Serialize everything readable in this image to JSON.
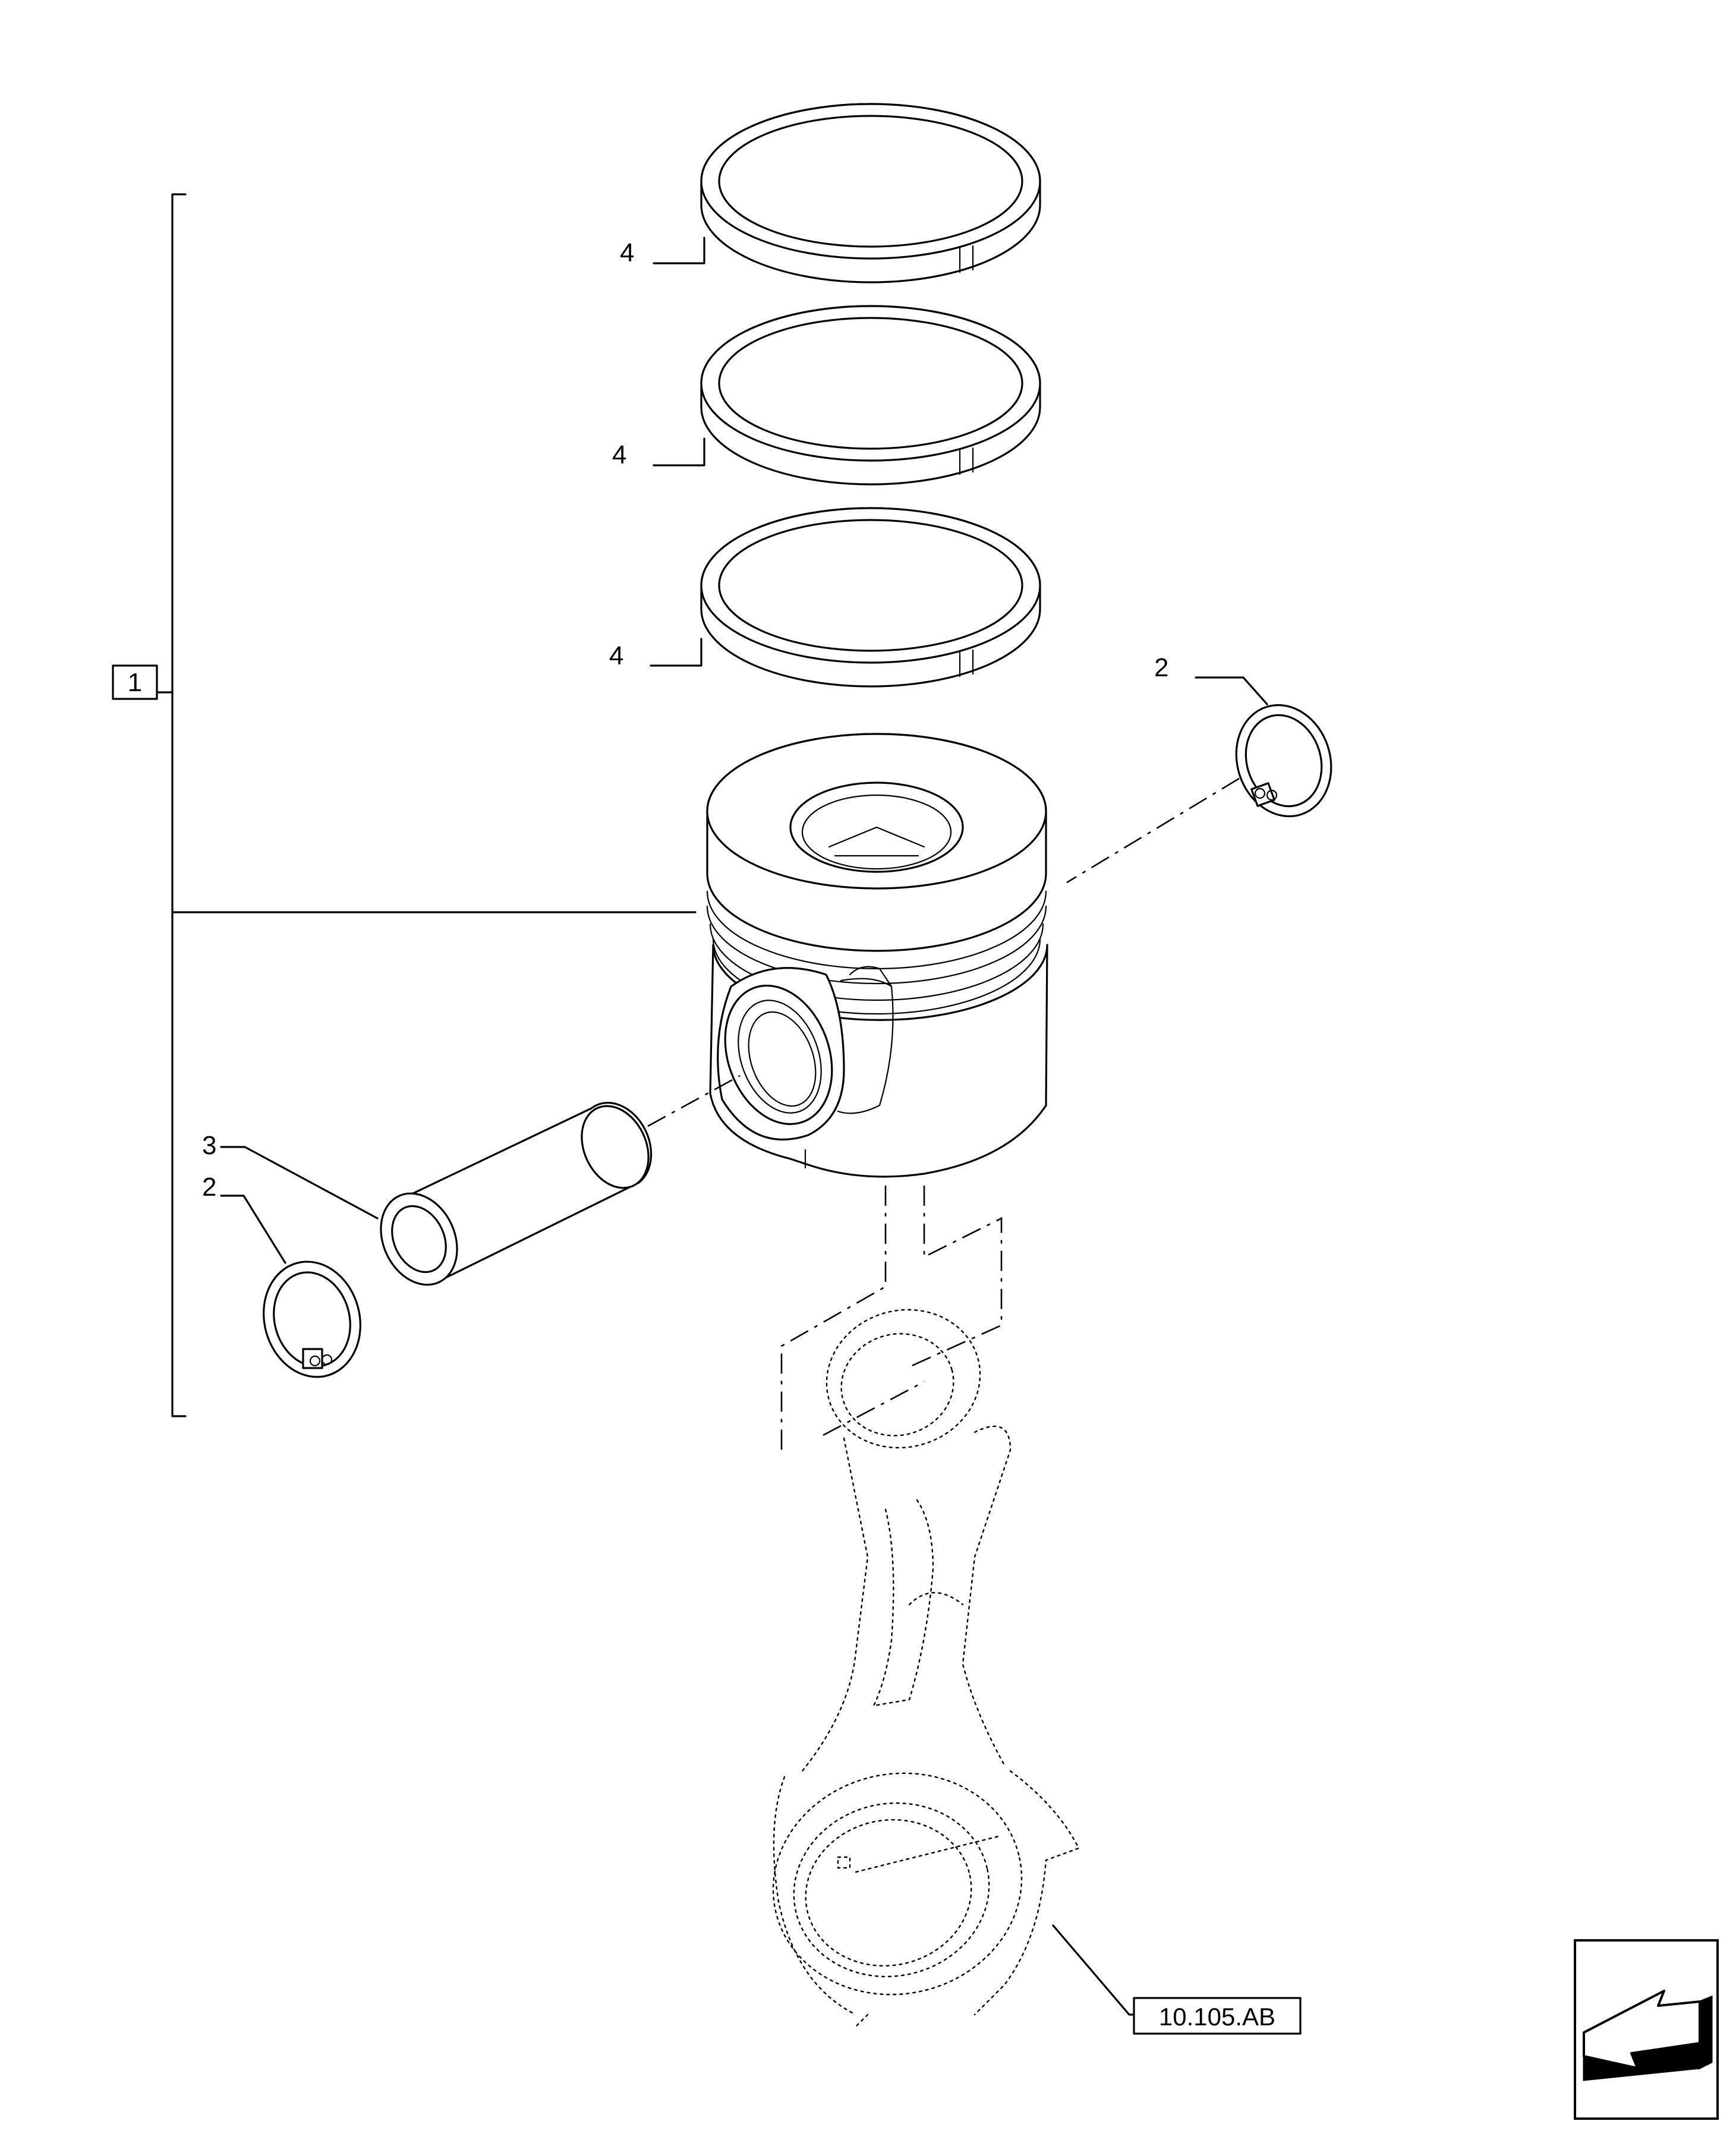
{
  "callouts": {
    "ring_top": "4",
    "ring_middle": "4",
    "ring_bottom": "4",
    "circlip_right": "2",
    "pin": "3",
    "circlip_left": "2",
    "assembly": "1",
    "conrod_ref": "10.105.AB"
  },
  "icons": {
    "navigation": "previous-page-arrow-icon"
  }
}
